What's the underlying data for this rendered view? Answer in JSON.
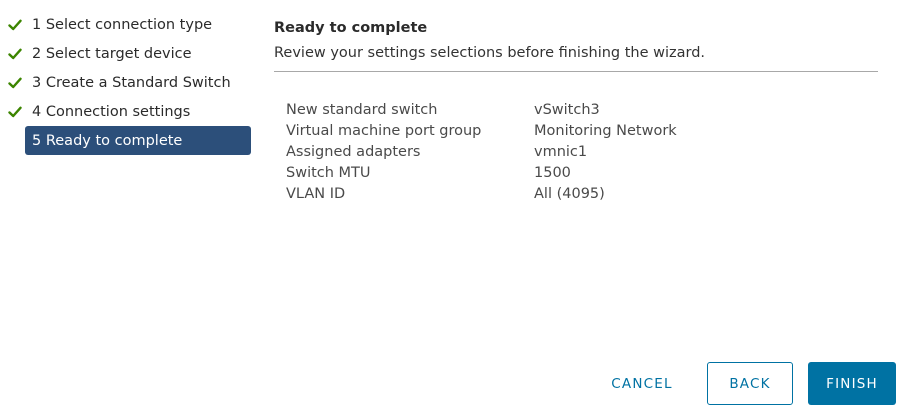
{
  "steps": [
    {
      "label": "1 Select connection type",
      "status": "complete"
    },
    {
      "label": "2 Select target device",
      "status": "complete"
    },
    {
      "label": "3 Create a Standard Switch",
      "status": "complete"
    },
    {
      "label": "4 Connection settings",
      "status": "complete"
    },
    {
      "label": "5 Ready to complete",
      "status": "active"
    }
  ],
  "main": {
    "title": "Ready to complete",
    "subtitle": "Review your settings selections before finishing the wizard."
  },
  "summary": [
    {
      "key": "New standard switch",
      "value": "vSwitch3"
    },
    {
      "key": "Virtual machine port group",
      "value": "Monitoring Network"
    },
    {
      "key": "Assigned adapters",
      "value": "vmnic1"
    },
    {
      "key": "Switch MTU",
      "value": "1500"
    },
    {
      "key": "VLAN ID",
      "value": "All (4095)"
    }
  ],
  "footer": {
    "cancel_label": "CANCEL",
    "back_label": "BACK",
    "finish_label": "FINISH"
  },
  "colors": {
    "accent": "#0072a3",
    "active_step_bg": "#2c4f7a",
    "check_green": "#3c8500"
  },
  "icons": {
    "complete": "check-icon"
  }
}
